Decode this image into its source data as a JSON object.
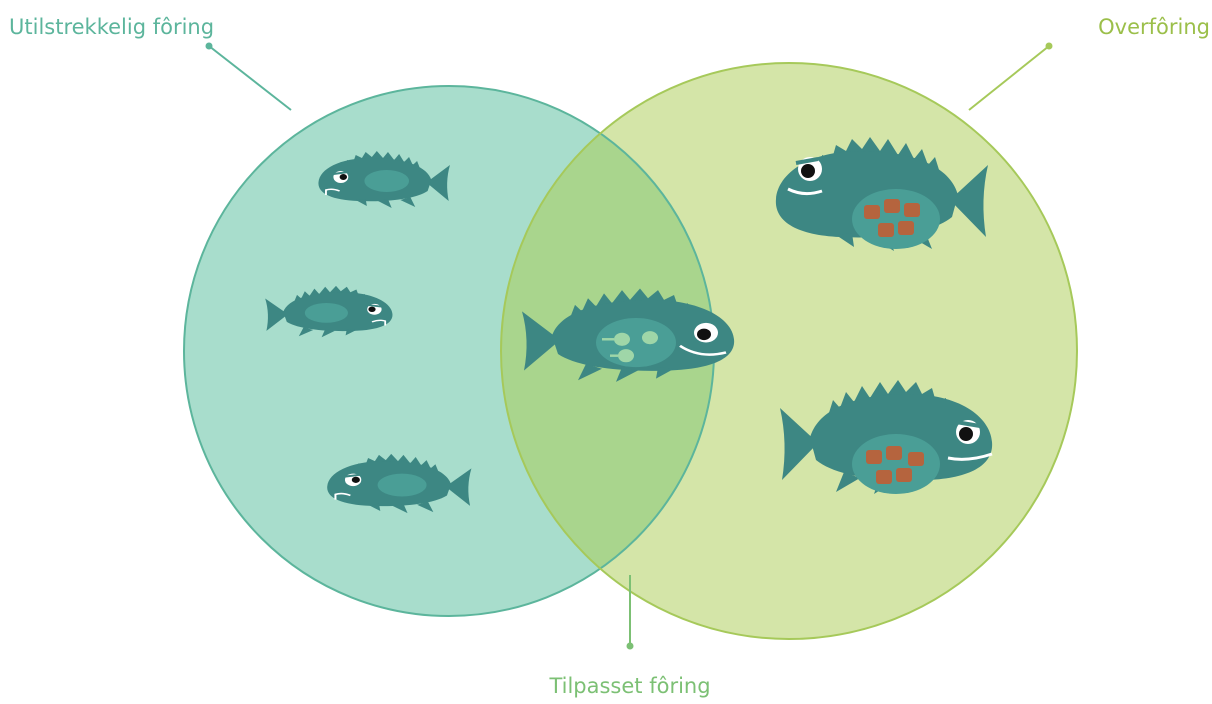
{
  "labels": {
    "underfeeding": "Utilstrekkelig fôring",
    "overfeeding": "Overfôring",
    "adapted_feeding": "Tilpasset fôring"
  },
  "colors": {
    "left_circle_fill": "#a8ddcc",
    "left_circle_stroke": "#5cb59c",
    "right_circle_fill": "#d4e5a8",
    "right_circle_stroke": "#a6c95a",
    "overlap_fill": "#a9d58d",
    "fish_body": "#3d8783",
    "fish_stomach": "#4a9e96",
    "food_pellet": "#b5643e",
    "small_prey": "#9fd6a8",
    "left_label": "#5cb59c",
    "right_label": "#9bbf4a",
    "bottom_label": "#7cc074"
  },
  "icons": [
    "sad-thin-fish-icon",
    "happy-fed-fish-icon",
    "bloated-fish-icon"
  ]
}
